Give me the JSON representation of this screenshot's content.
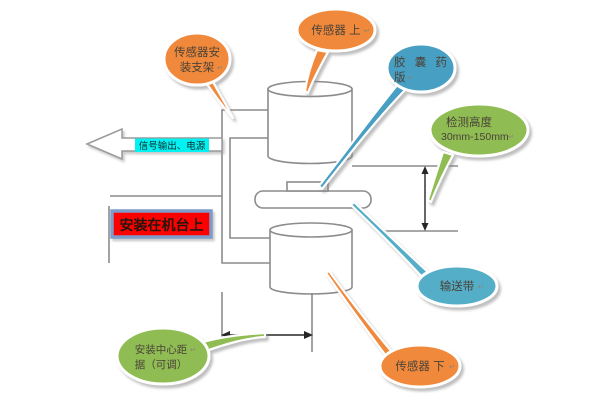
{
  "callouts": {
    "sensor_top": {
      "text": "传感器 上",
      "color": "#f0893a"
    },
    "sensor_bracket": {
      "line1": "传感器安",
      "line2": "装支架",
      "color": "#f0893a"
    },
    "capsule_plate": {
      "line1": "胶 囊 药",
      "line2": "版",
      "color": "#479fc3"
    },
    "detection_height": {
      "line1": "检测高度",
      "line2": "30mm-150mm",
      "color": "#90bd53"
    },
    "conveyor_belt": {
      "text": "输送带",
      "color": "#55aec7"
    },
    "sensor_bottom": {
      "text": "传感器 下",
      "color": "#f0893a"
    },
    "center_distance": {
      "line1": "安装中心距",
      "line2": "据（可调）",
      "color": "#90bd53"
    }
  },
  "labels": {
    "signal_power": "信号输出、电源",
    "mount_on_machine": "安装在机台上",
    "return_mark": "↵"
  },
  "colors": {
    "callout_orange": "#f0893a",
    "callout_blue": "#479fc3",
    "callout_green": "#90bd53",
    "callout_teal": "#55aec7",
    "cyan_highlight": "#00f2f2",
    "red_box_fill": "#fe0000",
    "red_box_border": "#7e9cc9",
    "machine_line_gray": "#8c8c8c",
    "dimension_dark": "#262626",
    "background": "#ffffff"
  }
}
